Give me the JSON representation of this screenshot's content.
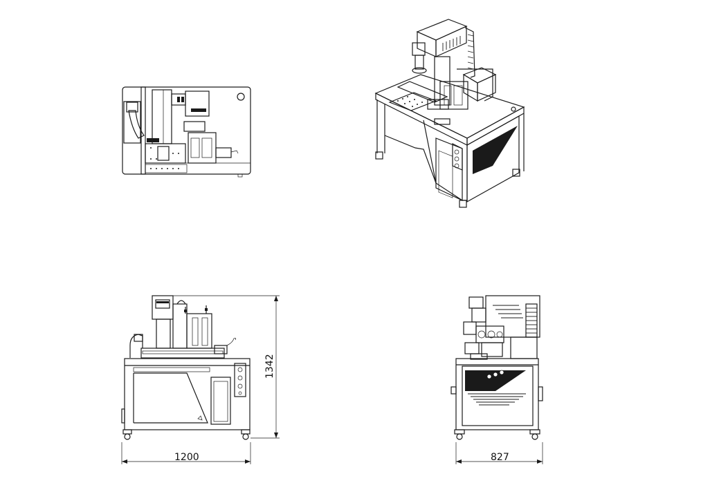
{
  "drawing": {
    "views": [
      "top-view",
      "isometric-view",
      "front-view",
      "side-view"
    ],
    "dimensions": {
      "width_mm": "1200",
      "height_mm": "1342",
      "depth_mm": "827"
    }
  }
}
